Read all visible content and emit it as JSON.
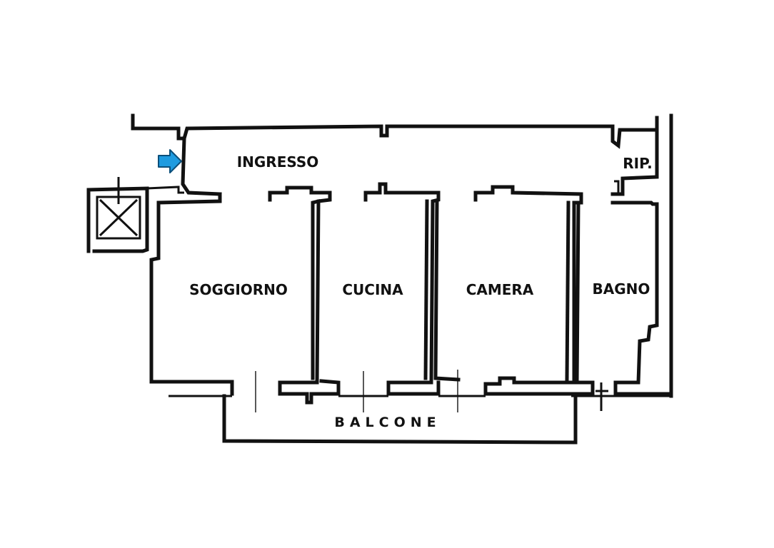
{
  "plan": {
    "rooms": {
      "ingresso": "INGRESSO",
      "ripostiglio": "RIP.",
      "soggiorno": "SOGGIORNO",
      "cucina": "CUCINA",
      "camera": "CAMERA",
      "bagno": "BAGNO",
      "balcone": "BALCONE"
    },
    "icons": {
      "entrance": "entrance-arrow-icon",
      "shaft": "elevator-shaft-icon"
    },
    "colors": {
      "walls": "#111111",
      "entrance_arrow": "#1e9be0",
      "background": "#ffffff"
    }
  }
}
